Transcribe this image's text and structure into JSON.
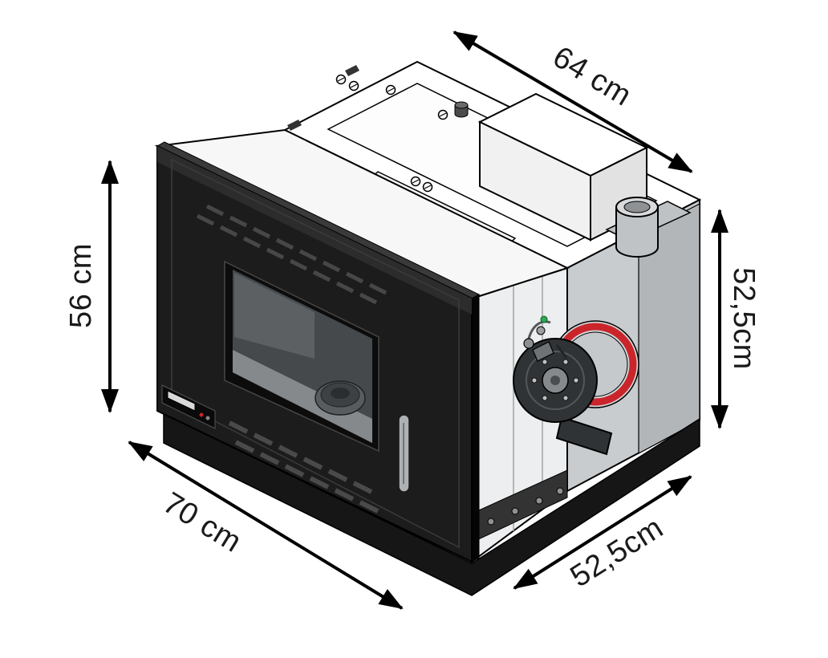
{
  "dimensions": {
    "top": {
      "label": "64 cm",
      "value_cm": 64
    },
    "left": {
      "label": "56 cm",
      "value_cm": 56
    },
    "right": {
      "label": "52,5cm",
      "value_cm": 52.5
    },
    "bottom_left": {
      "label": "70 cm",
      "value_cm": 70
    },
    "bottom_right": {
      "label": "52,5cm",
      "value_cm": 52.5
    }
  },
  "colors": {
    "line": "#000000",
    "accent_red": "#c9252b",
    "front_panel": "#1c1c1c",
    "side_panel": "#c9ccce",
    "background": "#ffffff"
  }
}
